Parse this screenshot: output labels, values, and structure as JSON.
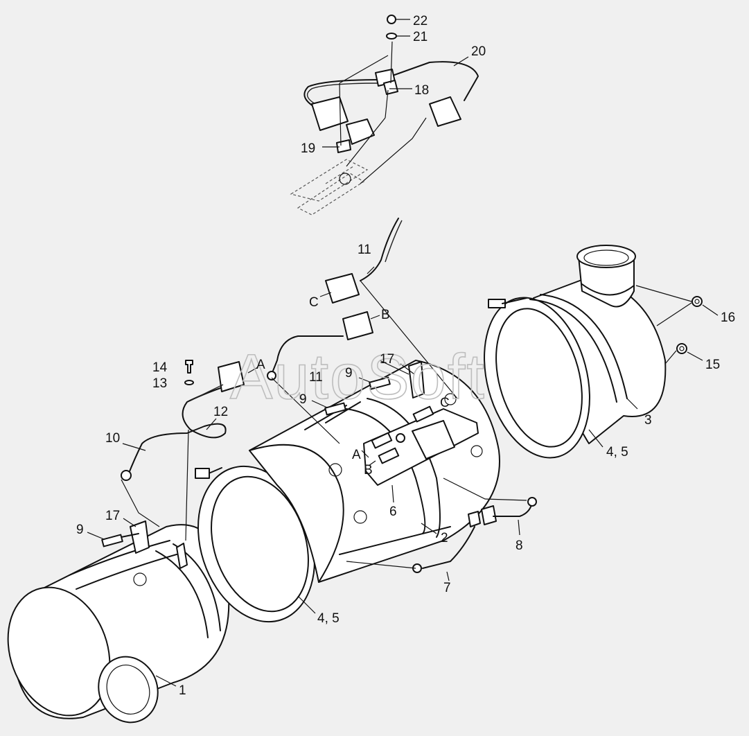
{
  "watermark": "AutoSoft",
  "labels": {
    "l22": "22",
    "l21": "21",
    "l20": "20",
    "l18": "18",
    "l19": "19",
    "l11a": "11",
    "l11b": "11",
    "lC1": "C",
    "lC2": "C",
    "lB1": "B",
    "lB2": "B",
    "lA1": "A",
    "lA2": "A",
    "l14": "14",
    "l13": "13",
    "l12": "12",
    "l10": "10",
    "l17a": "17",
    "l17b": "17",
    "l9a": "9",
    "l9b": "9",
    "l9c": "9",
    "l16": "16",
    "l15": "15",
    "l3": "3",
    "l45a": "4, 5",
    "l45b": "4, 5",
    "l6": "6",
    "l2": "2",
    "l8": "8",
    "l7": "7",
    "l1": "1"
  },
  "colors": {
    "background": "#f0f0f0",
    "line": "#111111",
    "watermark": "#bdbdbd"
  }
}
